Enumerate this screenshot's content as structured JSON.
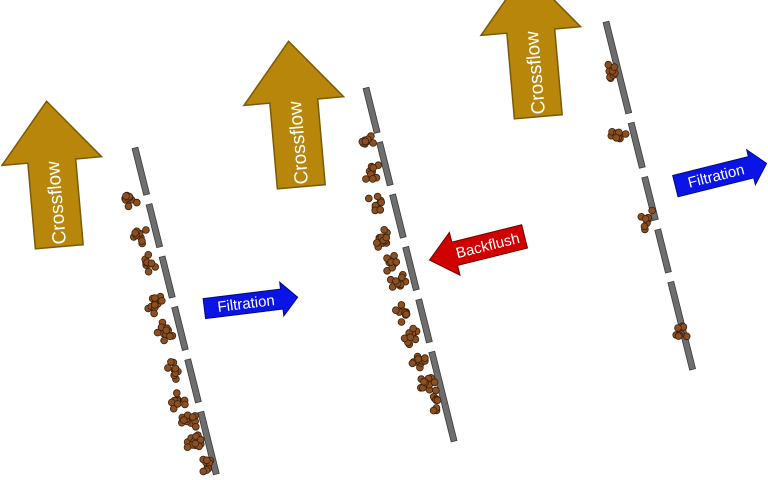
{
  "colors": {
    "crossflow_fill": "#B8860B",
    "crossflow_stroke": "#7a5a06",
    "filtration_fill": "#0a14e6",
    "backflush_fill": "#d00000",
    "membrane_fill": "#6e6e6e",
    "particle_fill": "#8a4f22",
    "particle_stroke": "#3c1f08"
  },
  "panels": [
    {
      "crossflow": {
        "label": "Crossflow",
        "icon": "up-arrow-icon"
      },
      "flow": {
        "label": "Filtration",
        "icon": "right-arrow-icon",
        "direction": "right"
      }
    },
    {
      "crossflow": {
        "label": "Crossflow",
        "icon": "up-arrow-icon"
      },
      "flow": {
        "label": "Backflush",
        "icon": "left-arrow-icon",
        "direction": "left"
      }
    },
    {
      "crossflow": {
        "label": "Crossflow",
        "icon": "up-arrow-icon"
      },
      "flow": {
        "label": "Filtration",
        "icon": "right-arrow-icon",
        "direction": "right"
      }
    }
  ]
}
